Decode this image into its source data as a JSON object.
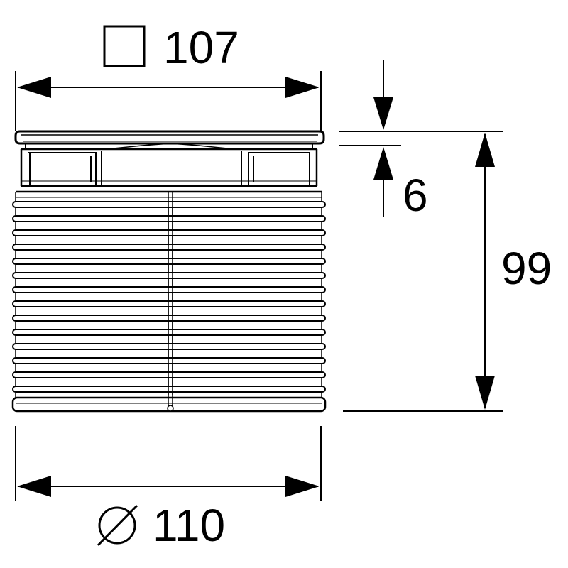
{
  "dimensions": {
    "top_width": {
      "symbol": "square",
      "value": "107"
    },
    "height": {
      "value": "99"
    },
    "lid_thickness": {
      "value": "6"
    },
    "bottom_diameter": {
      "symbol": "diameter",
      "value": "110"
    }
  },
  "colors": {
    "line": "#000000",
    "background": "#ffffff"
  }
}
